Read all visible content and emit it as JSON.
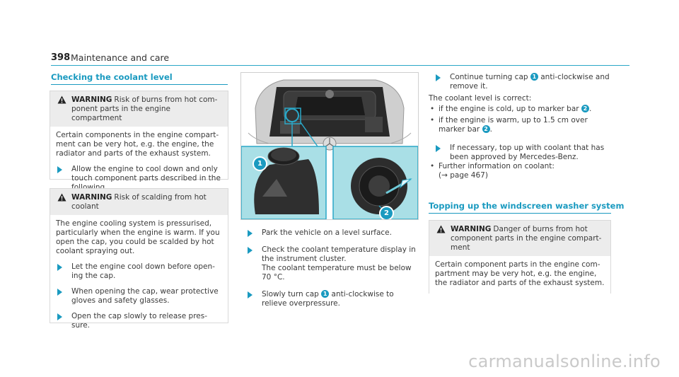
{
  "header": {
    "page_number": "398",
    "section": "Maintenance and care"
  },
  "col1": {
    "heading": "Checking the coolant level",
    "warning1": {
      "label": "WARNING",
      "title": "Risk of burns from hot com-ponent parts in the engine compartment",
      "body": "Certain components in the engine compart-ment can be very hot, e.g. the engine, the radiator and parts of the exhaust system.",
      "steps": [
        "Allow the engine to cool down and only touch component parts described in the following."
      ]
    },
    "warning2": {
      "label": "WARNING",
      "title": "Risk of scalding from hot coolant",
      "body": "The engine cooling system is pressurised, particularly when the engine is warm. If you open the cap, you could be scalded by hot coolant spraying out.",
      "steps": [
        "Let the engine cool down before open-ing the cap.",
        "When opening the cap, wear protective gloves and safety glasses.",
        "Open the cap slowly to release pres-sure."
      ]
    }
  },
  "col2": {
    "figure": {
      "callout1": "1",
      "callout2": "2"
    },
    "steps": {
      "s1": "Park the vehicle on a level surface.",
      "s2a": "Check the coolant temperature display in the instrument cluster.",
      "s2b": "The coolant temperature must be below 70 °C.",
      "s3_pre": "Slowly turn cap",
      "s3_badge": "1",
      "s3_post": "anti-clockwise to relieve overpressure."
    }
  },
  "col3": {
    "s1_pre": "Continue turning cap",
    "s1_badge": "1",
    "s1_post": "anti-clockwise and remove it.",
    "correct_label": "The coolant level is correct:",
    "b1_pre": "if the engine is cold, up to marker bar",
    "b1_badge": "2",
    "b2_pre": "if the engine is warm, up to 1.5 cm over marker bar",
    "b2_badge": "2",
    "s2": "If necessary, top up with coolant that has been approved by Mercedes-Benz.",
    "b3": "Further information on coolant:",
    "b3_ref": "(→ page 467)",
    "heading2": "Topping up the windscreen washer system",
    "warning3": {
      "label": "WARNING",
      "title": "Danger of burns from hot component parts in the engine compart-ment",
      "body": "Certain component parts in the engine com-partment may be very hot, e.g. the engine, the radiator and parts of the exhaust system."
    }
  },
  "watermark": "carmanualsonline.info",
  "colors": {
    "accent": "#1a9ac0",
    "figure_bg": "#a9dfe6",
    "warn_bg": "#ececec"
  }
}
